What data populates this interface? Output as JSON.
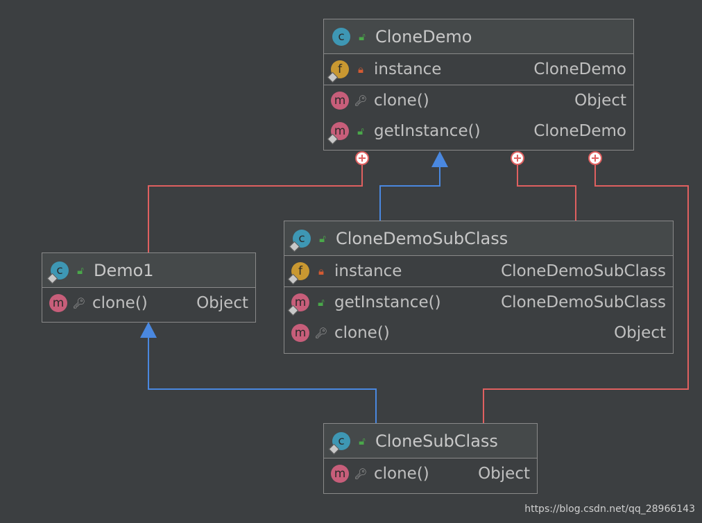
{
  "classes": {
    "clone_demo": {
      "name": "CloneDemo",
      "fields": [
        {
          "name": "instance",
          "type": "CloneDemo"
        }
      ],
      "methods": [
        {
          "name": "clone()",
          "type": "Object"
        },
        {
          "name": "getInstance()",
          "type": "CloneDemo"
        }
      ]
    },
    "demo1": {
      "name": "Demo1",
      "methods": [
        {
          "name": "clone()",
          "type": "Object"
        }
      ]
    },
    "clone_demo_subclass": {
      "name": "CloneDemoSubClass",
      "fields": [
        {
          "name": "instance",
          "type": "CloneDemoSubClass"
        }
      ],
      "methods": [
        {
          "name": "getInstance()",
          "type": "CloneDemoSubClass"
        },
        {
          "name": "clone()",
          "type": "Object"
        }
      ]
    },
    "clone_subclass": {
      "name": "CloneSubClass",
      "methods": [
        {
          "name": "clone()",
          "type": "Object"
        }
      ]
    }
  },
  "badges": {
    "class": "c",
    "method": "m",
    "field": "f"
  },
  "colors": {
    "background": "#3c3f41",
    "inheritance_edge": "#4a88e0",
    "inner_class_edge": "#e06060",
    "class_badge": "#3e97b4",
    "method_badge": "#c75e7a",
    "field_badge": "#c99831"
  },
  "watermark": "https://blog.csdn.net/qq_28966143"
}
